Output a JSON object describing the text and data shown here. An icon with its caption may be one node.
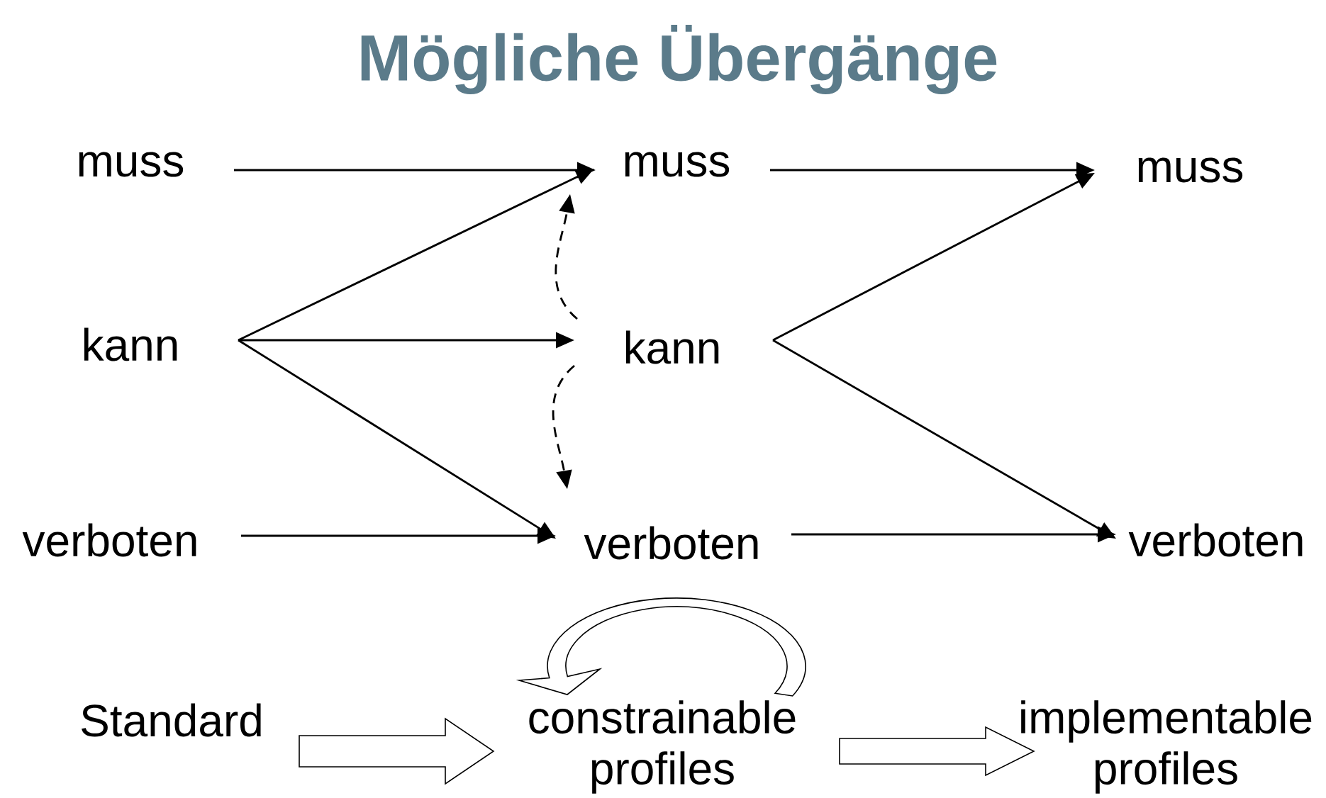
{
  "diagram": {
    "title": "Mögliche Übergänge",
    "nodes": [
      {
        "text": [
          "muss"
        ]
      },
      {
        "text": [
          "kann"
        ]
      },
      {
        "text": [
          "verboten"
        ]
      },
      {
        "text": [
          "muss"
        ]
      },
      {
        "text": [
          "kann"
        ]
      },
      {
        "text": [
          "verboten"
        ]
      },
      {
        "text": [
          "muss"
        ]
      },
      {
        "text": [
          "verboten"
        ]
      },
      {
        "text": [
          "Standard"
        ]
      },
      {
        "text": [
          "constrainable profiles"
        ]
      },
      {
        "text": [
          "implementable profiles"
        ]
      }
    ],
    "edges": [
      {
        "from": 0,
        "to": 3,
        "arrow": "to"
      },
      {
        "from": 1,
        "to": 3,
        "arrow": "to"
      },
      {
        "from": 1,
        "to": 4,
        "arrow": "to"
      },
      {
        "from": 1,
        "to": 5,
        "arrow": "to"
      },
      {
        "from": 2,
        "to": 5,
        "arrow": "to"
      },
      {
        "from": 4,
        "to": 3,
        "arrow": "to",
        "style": "dashed"
      },
      {
        "from": 4,
        "to": 5,
        "arrow": "to",
        "style": "dashed"
      },
      {
        "from": 3,
        "to": 6,
        "arrow": "to"
      },
      {
        "from": 4,
        "to": 6,
        "arrow": "to"
      },
      {
        "from": 4,
        "to": 7,
        "arrow": "to"
      },
      {
        "from": 5,
        "to": 7,
        "arrow": "to"
      },
      {
        "from": 8,
        "to": 9,
        "arrow": "to",
        "style": "thick"
      },
      {
        "from": 9,
        "to": 10,
        "arrow": "to",
        "style": "thick"
      },
      {
        "from": 9,
        "to": 9,
        "arrow": "to",
        "style": "thick"
      }
    ]
  }
}
